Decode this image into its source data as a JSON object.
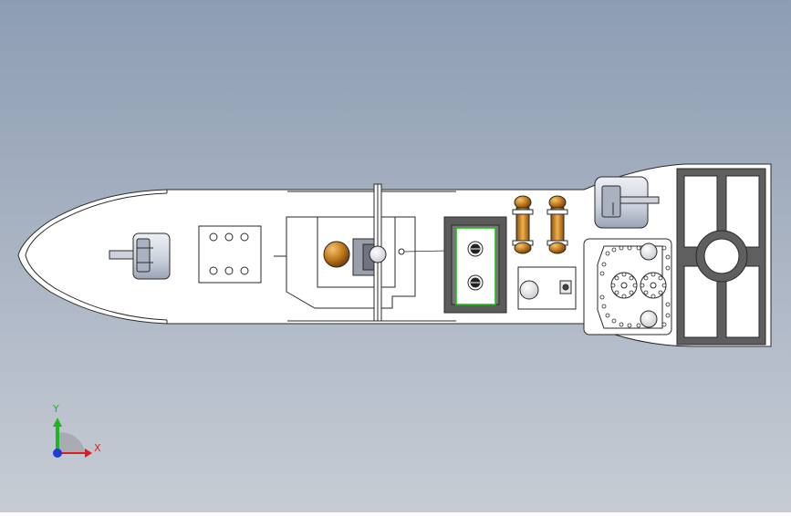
{
  "viewport": {
    "background_top": "#8d9db3",
    "background_bottom": "#c7ccd4",
    "model": "ship-deck-top-view"
  },
  "colors": {
    "hull_fill": "#ffffff",
    "outline": "#2a2a2a",
    "turret_fill": "#d8dce6",
    "turret_shade": "#aab2c2",
    "brass": "#d8891e",
    "bronze": "#7a4710",
    "hatch_frame": "#5b5b5b",
    "hatch_trim": "#18c218",
    "grate_fill": "#5f5f5f",
    "x_axis": "#e11c1c",
    "y_axis": "#22b322",
    "z_axis": "#1f3cd6"
  },
  "triad": {
    "x_label": "X",
    "y_label": "Y"
  }
}
